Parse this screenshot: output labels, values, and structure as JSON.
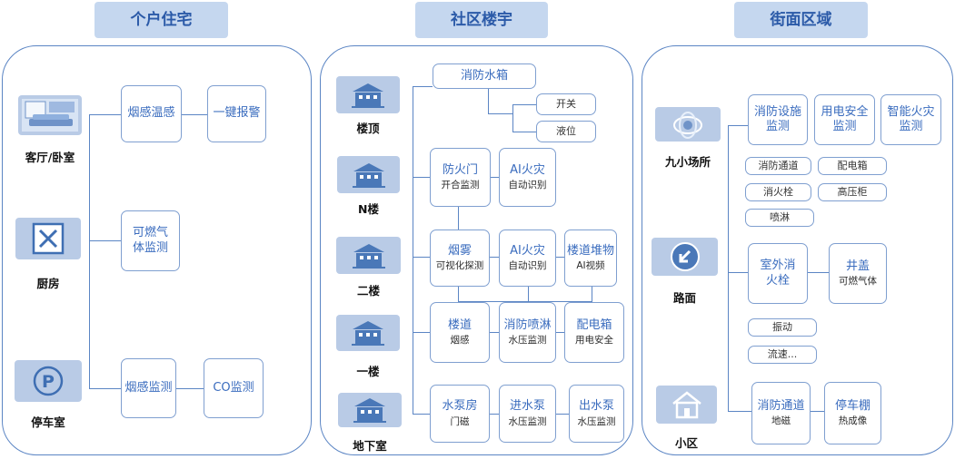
{
  "headers": {
    "personal": "个户住宅",
    "community": "社区楼宇",
    "street": "街面区域"
  },
  "personal": {
    "rooms": {
      "living": "客厅/卧室",
      "kitchen": "厨房",
      "garage": "停车室"
    },
    "boxes": {
      "smoke_temp": "烟感温感",
      "one_key_alarm": "一键报警",
      "gas": "可燃气体监测",
      "smoke_monitor": "烟感监测",
      "co": "CO监测"
    }
  },
  "community": {
    "floors": {
      "roof": "楼顶",
      "n": "N楼",
      "second": "二楼",
      "first": "一楼",
      "basement": "地下室"
    },
    "boxes": {
      "tank": "消防水箱",
      "switch": "开关",
      "level": "液位",
      "door_t": "防火门",
      "door_s": "开合监测",
      "ai1_t": "AI火灾",
      "ai1_s": "自动识别",
      "smoke_t": "烟雾",
      "smoke_s": "可视化探测",
      "ai2_t": "AI火灾",
      "ai2_s": "自动识别",
      "stack_t": "楼道堆物",
      "stack_s": "AI视频",
      "corr_t": "楼道",
      "corr_s": "烟感",
      "spray_t": "消防喷淋",
      "spray_s": "水压监测",
      "dist_t": "配电箱",
      "dist_s": "用电安全",
      "pump_t": "水泵房",
      "pump_s": "门磁",
      "inlet_t": "进水泵",
      "inlet_s": "水压监测",
      "outlet_t": "出水泵",
      "outlet_s": "水压监测"
    }
  },
  "street": {
    "places": {
      "small": "九小场所",
      "road": "路面",
      "district": "小区"
    },
    "boxes": {
      "facility": "消防设施监测",
      "elec": "用电安全监测",
      "smartfire": "智能火灾监测",
      "passage": "消防通道",
      "hydrant": "消火栓",
      "sprinkler": "喷淋",
      "distbox": "配电箱",
      "hvcab": "高压柜",
      "outhyd": "室外消火栓",
      "well_t": "井盖",
      "well_s": "可燃气体",
      "vibration": "振动",
      "flow": "流速...",
      "fpass_t": "消防通道",
      "fpass_s": "地磁",
      "shed_t": "停车棚",
      "shed_s": "热成像"
    }
  },
  "colors": {
    "panel_border": "#5b85c4",
    "header_bg": "#c5d7ef",
    "header_text": "#2b5aa8",
    "icon_bg": "#b9cbe6",
    "icon_fg": "#4a78b8"
  }
}
